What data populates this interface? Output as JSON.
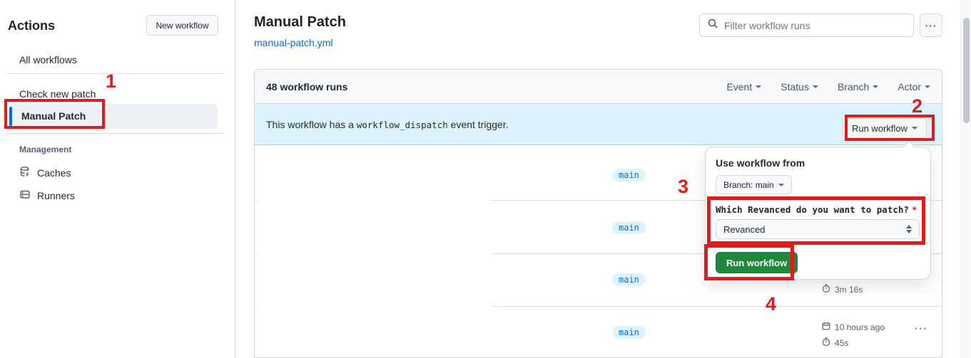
{
  "colors": {
    "accent_blue": "#0969da",
    "banner_blue": "#ddf4ff",
    "button_green": "#1f883d",
    "annotation_red": "#de1c1c",
    "top_accent": "#f78166"
  },
  "sidebar": {
    "title": "Actions",
    "new_workflow_button": "New workflow",
    "items": [
      {
        "label": "All workflows",
        "selected": false
      },
      {
        "label": "Check new patch",
        "selected": false
      },
      {
        "label": "Manual Patch",
        "selected": true
      }
    ],
    "management": {
      "heading": "Management",
      "items": [
        {
          "label": "Caches",
          "icon": "cache-database-icon"
        },
        {
          "label": "Runners",
          "icon": "runners-server-icon"
        }
      ]
    }
  },
  "header": {
    "title": "Manual Patch",
    "workflow_file_link": "manual-patch.yml",
    "filter_placeholder": "Filter workflow runs",
    "more_glyph": "···"
  },
  "runs_table": {
    "count_label": "48 workflow runs",
    "filters": [
      {
        "label": "Event"
      },
      {
        "label": "Status"
      },
      {
        "label": "Branch"
      },
      {
        "label": "Actor"
      }
    ],
    "banner": {
      "text_before": "This workflow has a",
      "code": "workflow_dispatch",
      "text_after": "event trigger.",
      "run_workflow_button": "Run workflow"
    },
    "rows": [
      {
        "branch": "main"
      },
      {
        "branch": "main"
      },
      {
        "branch": "main",
        "duration": "3m 16s"
      },
      {
        "branch": "main",
        "time": "10 hours ago",
        "duration": "45s",
        "more_glyph": "···"
      }
    ]
  },
  "run_dialog": {
    "use_workflow_from": "Use workflow from",
    "branch_selector_label": "Branch: main",
    "input_label": "Which Revanced do you want to patch?",
    "required_marker": "*",
    "input_value": "Revanced",
    "run_button": "Run workflow"
  },
  "annotations": {
    "steps": [
      "1",
      "2",
      "3",
      "4"
    ]
  }
}
